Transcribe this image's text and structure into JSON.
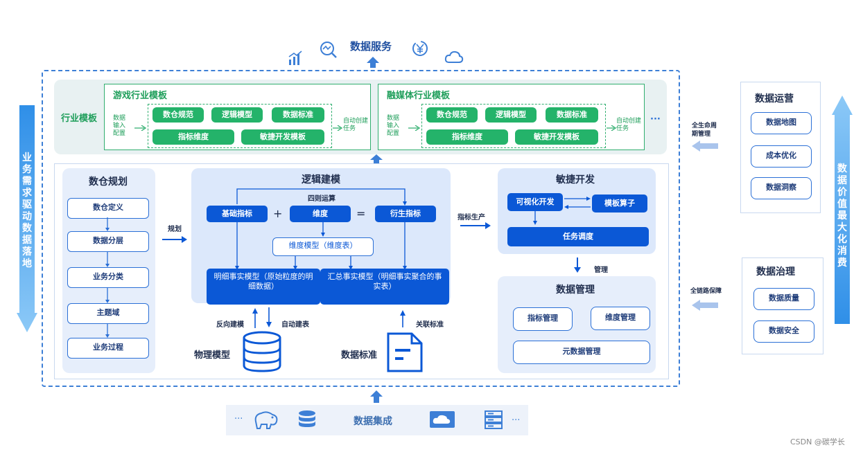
{
  "top": {
    "service_label": "数据服务"
  },
  "industry": {
    "label": "行业模板",
    "game": {
      "title": "游戏行业模板",
      "input_config": "数据输入配置",
      "items": [
        "数仓规范",
        "逻辑模型",
        "数据标准",
        "指标维度",
        "敏捷开发模板"
      ],
      "auto_task": "自动创建任务"
    },
    "media": {
      "title": "融媒体行业模板",
      "input_config": "数据输入配置",
      "items": [
        "数仓规范",
        "逻辑模型",
        "数据标准",
        "指标维度",
        "敏捷开发模板"
      ],
      "auto_task": "自动创建任务"
    },
    "ellipsis": "···"
  },
  "planning": {
    "title": "数仓规划",
    "steps": [
      "数仓定义",
      "数据分层",
      "业务分类",
      "主题域",
      "业务过程"
    ]
  },
  "plan_label": "规划",
  "logic": {
    "title": "逻辑建模",
    "four_ops": "四则运算",
    "base_metric": "基础指标",
    "plus": "+",
    "dimension": "维度",
    "equals": "=",
    "derived_metric": "衍生指标",
    "dim_model": "维度模型（维度表）",
    "detail_fact": "明细事实模型（原始粒度的明细数据）",
    "summary_fact": "汇总事实模型（明细事实聚合的事实表）"
  },
  "metric_produce": "指标生产",
  "agile": {
    "title": "敏捷开发",
    "visual_dev": "可视化开发",
    "template_operator": "模板算子",
    "task_schedule": "任务调度"
  },
  "manage_label": "管理",
  "data_mgmt": {
    "title": "数据管理",
    "metric_mgmt": "指标管理",
    "dim_mgmt": "维度管理",
    "meta_mgmt": "元数据管理"
  },
  "bottom_labels": {
    "reverse_model": "反向建模",
    "auto_table": "自动建表",
    "physical_model": "物理模型",
    "related_standard": "关联标准",
    "data_standard": "数据标准"
  },
  "integration": {
    "label": "数据集成",
    "ellipsis_left": "···",
    "ellipsis_right": "···"
  },
  "left_side": {
    "text": "业务需求驱动数据落地"
  },
  "right_side": {
    "text": "数据价值最大化消费"
  },
  "operations": {
    "title": "数据运营",
    "items": [
      "数据地图",
      "成本优化",
      "数据洞察"
    ],
    "arrow_label": "全生命周期管理"
  },
  "governance": {
    "title": "数据治理",
    "items": [
      "数据质量",
      "数据安全"
    ],
    "arrow_label": "全链路保障"
  },
  "watermark": "CSDN @碳学长",
  "colors": {
    "primary_blue": "#0b58d6",
    "green": "#24b36a",
    "side_blue": "#3f9ff0"
  }
}
